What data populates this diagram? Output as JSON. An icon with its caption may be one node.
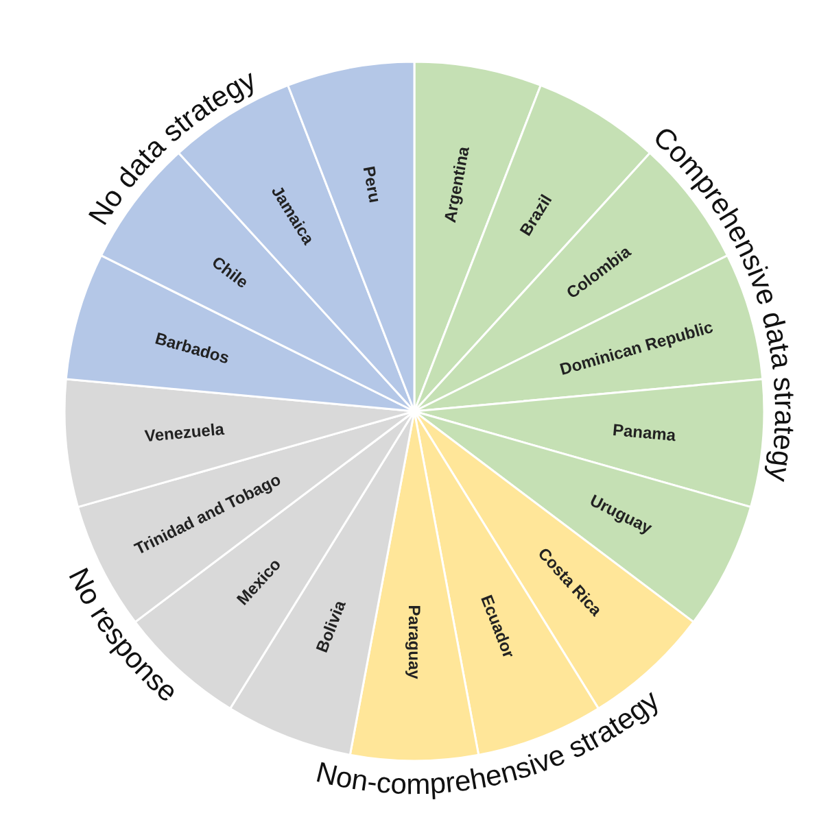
{
  "diagram": {
    "nodes": [
      {
        "text": [
          "Argentina"
        ]
      },
      {
        "text": [
          "Brazil"
        ]
      },
      {
        "text": [
          "Colombia"
        ]
      },
      {
        "text": [
          "Dominican Republic"
        ]
      },
      {
        "text": [
          "Panama"
        ]
      },
      {
        "text": [
          "Uruguay"
        ]
      },
      {
        "text": [
          "Costa Rica"
        ]
      },
      {
        "text": [
          "Ecuador"
        ]
      },
      {
        "text": [
          "Paraguay"
        ]
      },
      {
        "text": [
          "Bolivia"
        ]
      },
      {
        "text": [
          "Mexico"
        ]
      },
      {
        "text": [
          "Trinidad and Tobago"
        ]
      },
      {
        "text": [
          "Venezuela"
        ]
      },
      {
        "text": [
          "Barbados"
        ]
      },
      {
        "text": [
          "Chile"
        ]
      },
      {
        "text": [
          "Jamaica"
        ]
      },
      {
        "text": [
          "Peru"
        ]
      }
    ],
    "labels": [
      "No data strategy",
      "Comprehensive data strategy",
      "No response",
      "Non-comprehensive strategy"
    ]
  }
}
